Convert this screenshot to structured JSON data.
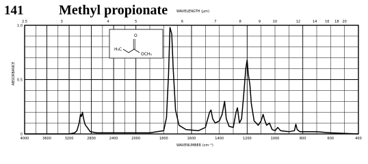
{
  "header": {
    "number": "141",
    "compound_name": "Methyl propionate"
  },
  "structure": {
    "left_group": "H₃C",
    "carbonyl_atom": "O",
    "right_group": "OCH₃"
  },
  "chart_data": {
    "type": "line",
    "title": "Methyl propionate",
    "top_axis_label": "WAVELENGTH (µm)",
    "top_ticks": [
      "2.5",
      "3",
      "4",
      "5",
      "6",
      "7",
      "8",
      "9",
      "10",
      "12",
      "14",
      "16",
      "18",
      "20"
    ],
    "bottom_axis_label": "WAVENUMBER (cm⁻¹)",
    "bottom_ticks": [
      "4000",
      "3600",
      "3200",
      "2800",
      "2400",
      "2000",
      "1800",
      "1600",
      "1400",
      "1200",
      "1000",
      "800",
      "600",
      "400"
    ],
    "ylabel": "ABSORBANCE",
    "y_ticks": [
      "0",
      "0.5",
      "1.0"
    ],
    "ylim": [
      0,
      1.0
    ],
    "grid": true,
    "series": [
      {
        "points": [
          [
            4000,
            0.0
          ],
          [
            3200,
            0.0
          ],
          [
            3100,
            0.01
          ],
          [
            3060,
            0.03
          ],
          [
            3020,
            0.1
          ],
          [
            2995,
            0.18
          ],
          [
            2980,
            0.16
          ],
          [
            2960,
            0.2
          ],
          [
            2940,
            0.14
          ],
          [
            2915,
            0.09
          ],
          [
            2890,
            0.07
          ],
          [
            2860,
            0.05
          ],
          [
            2820,
            0.02
          ],
          [
            2700,
            0.01
          ],
          [
            2000,
            0.01
          ],
          [
            1900,
            0.01
          ],
          [
            1800,
            0.03
          ],
          [
            1780,
            0.15
          ],
          [
            1765,
            0.55
          ],
          [
            1755,
            0.98
          ],
          [
            1742,
            0.92
          ],
          [
            1732,
            0.6
          ],
          [
            1715,
            0.22
          ],
          [
            1690,
            0.08
          ],
          [
            1640,
            0.04
          ],
          [
            1550,
            0.03
          ],
          [
            1500,
            0.06
          ],
          [
            1470,
            0.2
          ],
          [
            1460,
            0.22
          ],
          [
            1448,
            0.14
          ],
          [
            1430,
            0.1
          ],
          [
            1400,
            0.12
          ],
          [
            1380,
            0.18
          ],
          [
            1362,
            0.3
          ],
          [
            1350,
            0.14
          ],
          [
            1330,
            0.07
          ],
          [
            1300,
            0.06
          ],
          [
            1280,
            0.2
          ],
          [
            1270,
            0.24
          ],
          [
            1255,
            0.1
          ],
          [
            1240,
            0.14
          ],
          [
            1225,
            0.36
          ],
          [
            1210,
            0.6
          ],
          [
            1200,
            0.68
          ],
          [
            1192,
            0.55
          ],
          [
            1180,
            0.45
          ],
          [
            1170,
            0.28
          ],
          [
            1150,
            0.12
          ],
          [
            1120,
            0.08
          ],
          [
            1100,
            0.12
          ],
          [
            1085,
            0.18
          ],
          [
            1075,
            0.13
          ],
          [
            1060,
            0.08
          ],
          [
            1040,
            0.1
          ],
          [
            1020,
            0.04
          ],
          [
            1000,
            0.03
          ],
          [
            980,
            0.06
          ],
          [
            960,
            0.03
          ],
          [
            900,
            0.02
          ],
          [
            860,
            0.03
          ],
          [
            850,
            0.09
          ],
          [
            840,
            0.04
          ],
          [
            820,
            0.02
          ],
          [
            700,
            0.02
          ],
          [
            600,
            0.01
          ],
          [
            400,
            0.0
          ]
        ]
      }
    ]
  }
}
